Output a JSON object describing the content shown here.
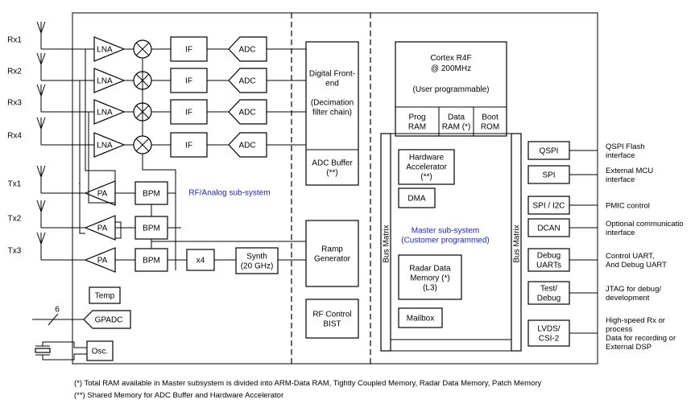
{
  "receivers": [
    "Rx1",
    "Rx2",
    "Rx3",
    "Rx4"
  ],
  "transmitters": [
    "Tx1",
    "Tx2",
    "Tx3"
  ],
  "rf": {
    "lna": "LNA",
    "if_label": "IF",
    "adc": "ADC",
    "pa": "PA",
    "bpm": "BPM",
    "x4": "x4",
    "synth": [
      "Synth",
      "(20 GHz)"
    ],
    "temp": "Temp",
    "gpadc": "GPADC",
    "osc": "Osc.",
    "bus_width": "6",
    "subsystem": "RF/Analog sub-system"
  },
  "digital_frontend": {
    "lines": [
      "Digital Front-",
      "end",
      "",
      "(Decimation",
      "filter chain)"
    ],
    "adc_buffer": [
      "ADC Buffer",
      "(**)"
    ]
  },
  "ramp_generator": [
    "Ramp",
    "Generator"
  ],
  "rf_control": [
    "RF Control",
    "BIST"
  ],
  "cortex": {
    "lines": [
      "Cortex R4F",
      "@ 200MHz",
      "",
      "(User programmable)"
    ],
    "prog_ram": [
      "Prog",
      "RAM"
    ],
    "data_ram": [
      "Data",
      "RAM (*)"
    ],
    "boot_rom": [
      "Boot",
      "ROM"
    ]
  },
  "master": {
    "hw_accel": [
      "Hardware",
      "Accelerator",
      "(**)"
    ],
    "dma": "DMA",
    "subsystem": [
      "Master sub-system",
      "(Customer programmed)"
    ],
    "radar_mem": [
      "Radar Data",
      "Memory (*)",
      "(L3)"
    ],
    "mailbox": "Mailbox",
    "bus_matrix": "Bus Matrix"
  },
  "interfaces": [
    {
      "box": [
        "QSPI"
      ],
      "desc": [
        "QSPI Flash",
        "interface"
      ]
    },
    {
      "box": [
        "SPI"
      ],
      "desc": [
        "External MCU",
        "interface"
      ]
    },
    {
      "box": [
        "SPI / I2C"
      ],
      "desc": [
        "PMIC control"
      ]
    },
    {
      "box": [
        "DCAN"
      ],
      "desc": [
        "Optional communicatio",
        "interface"
      ]
    },
    {
      "box": [
        "Debug",
        "UARTs"
      ],
      "desc": [
        "Control UART,",
        "And Debug UART"
      ]
    },
    {
      "box": [
        "Test/",
        "Debug"
      ],
      "desc": [
        "JTAG for debug/",
        "development"
      ]
    },
    {
      "box": [
        "LVDS/",
        "CSI-2"
      ],
      "desc": [
        "High-speed Rx or",
        "process",
        "Data for recording or",
        "External DSP"
      ]
    }
  ],
  "notes": {
    "note1": "(*) Total RAM available in Master subsystem is divided into ARM-Data RAM, Tightly Coupled Memory, Radar Data Memory, Patch Memory",
    "note2": "(**) Shared Memory for ADC Buffer and Hardware Accelerator"
  },
  "colors": {
    "line": "#000000",
    "subsystem_label": "#2020c8",
    "background": "#ffffff"
  }
}
